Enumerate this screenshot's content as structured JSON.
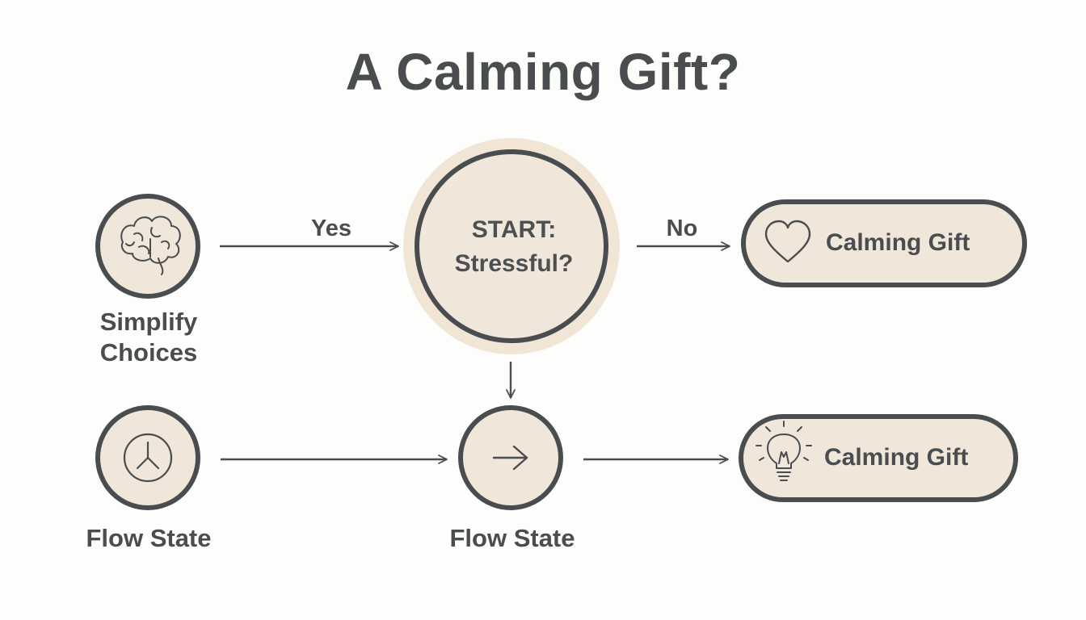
{
  "title": "A Calming Gift?",
  "colors": {
    "background": "#fdfdfc",
    "node_fill": "#f0e7da",
    "halo": "#f1e6d6",
    "stroke": "#4a4d4f",
    "text": "#4a4d4f"
  },
  "nodes": {
    "start": {
      "line1": "START:",
      "line2": "Stressful?"
    },
    "simplify": {
      "label": "Simplify\nChoices",
      "icon": "brain-icon"
    },
    "flow_left": {
      "label": "Flow State",
      "icon": "clock-icon"
    },
    "flow_center": {
      "label": "Flow State",
      "icon": "arrow-right-icon"
    },
    "calming_top": {
      "label": "Calming Gift",
      "icon": "heart-icon"
    },
    "calming_bottom": {
      "label": "Calming Gift",
      "icon": "lightbulb-icon"
    }
  },
  "edges": {
    "yes": "Yes",
    "no": "No"
  }
}
